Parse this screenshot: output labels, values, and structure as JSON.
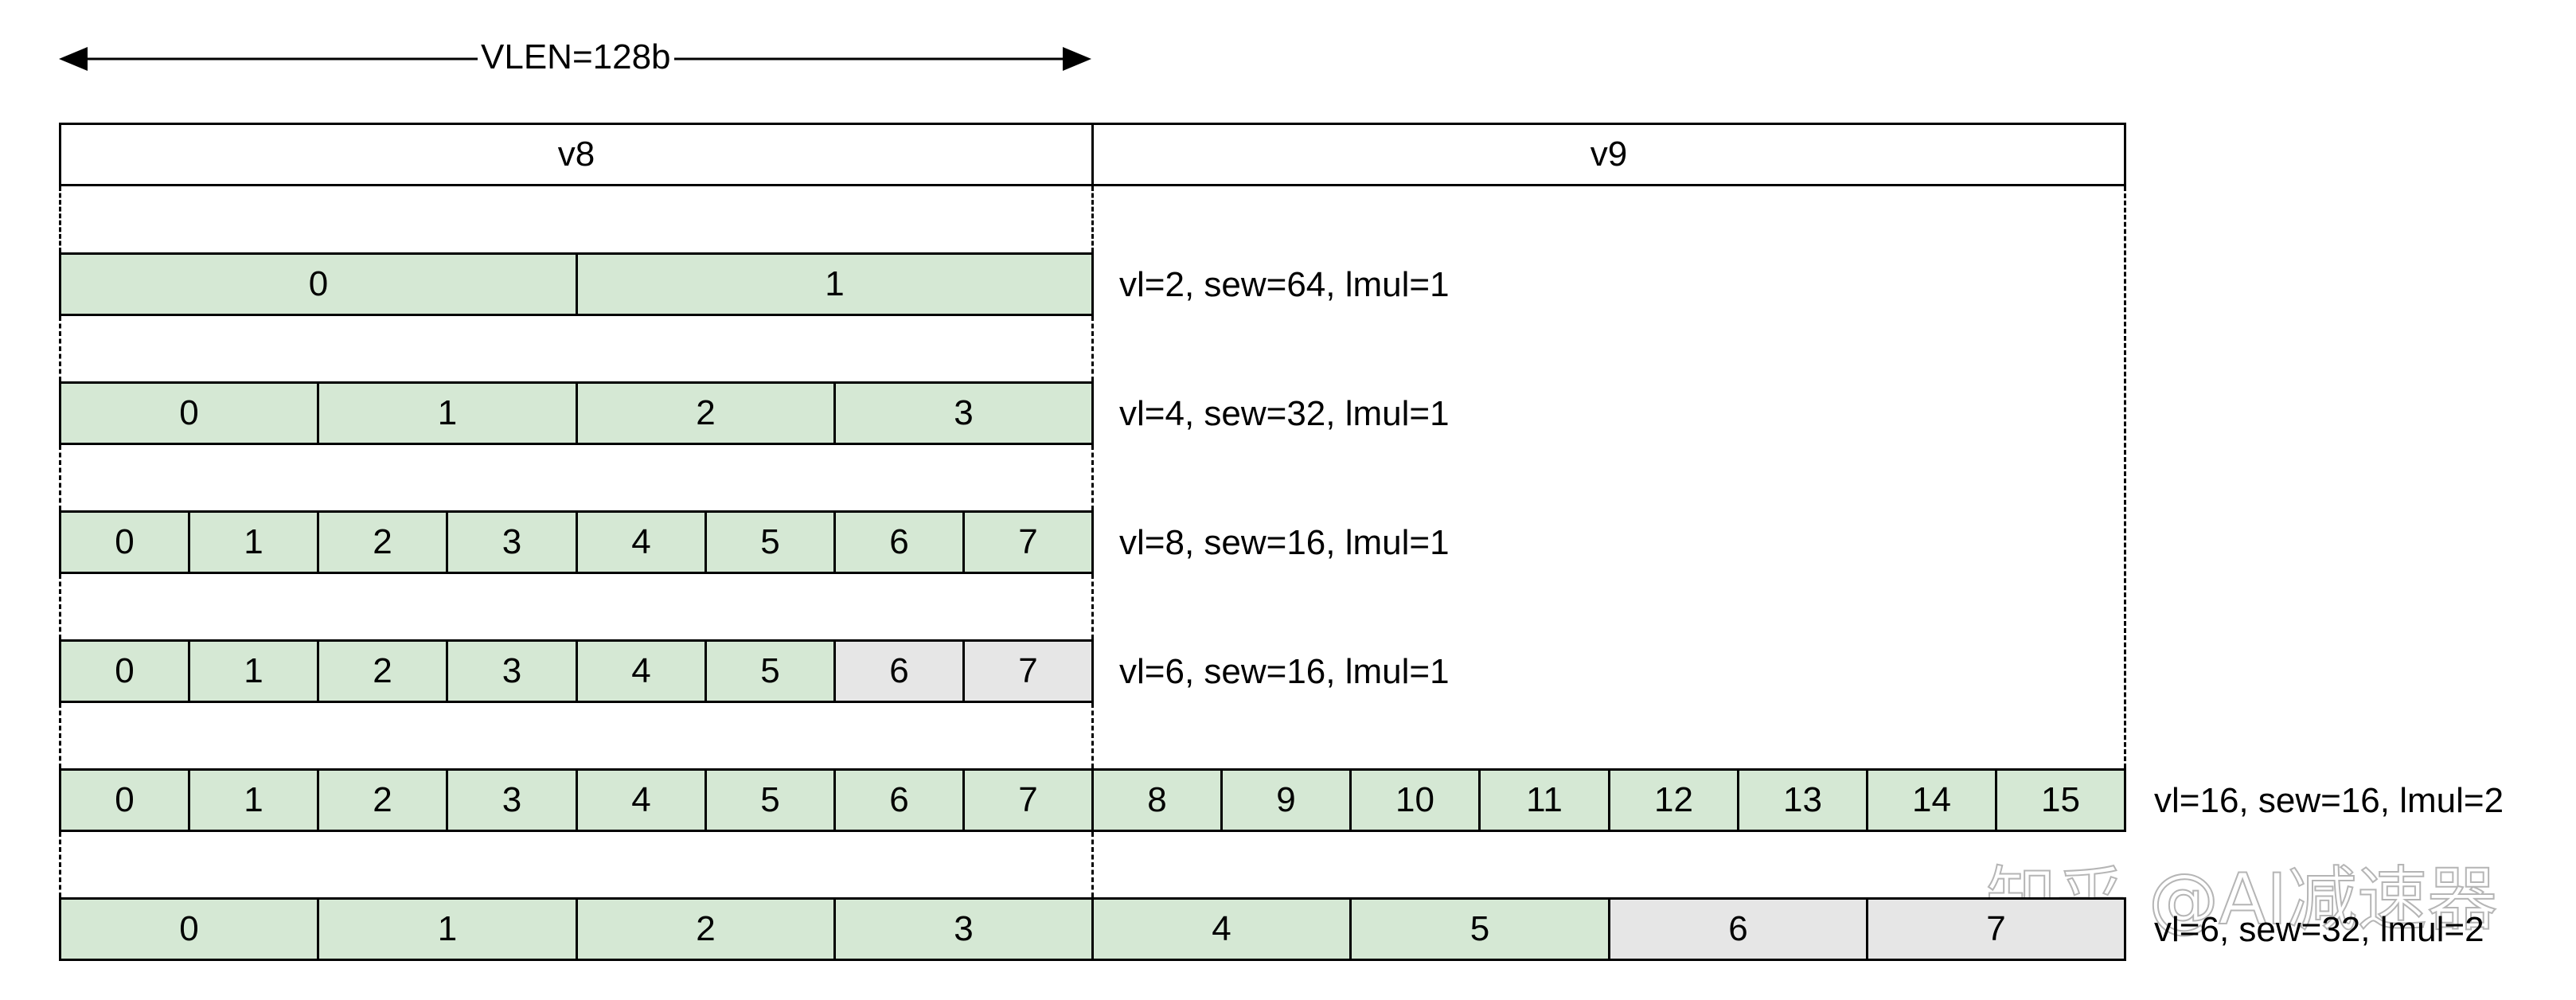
{
  "vlen_label": "VLEN=128b",
  "registers": [
    "v8",
    "v9"
  ],
  "colors": {
    "active": "#d5e8d4",
    "inactive": "#e6e6e6",
    "register": "#ffffff",
    "line": "#000000"
  },
  "rows": [
    {
      "labels": [
        "0",
        "1"
      ],
      "active": [
        true,
        true
      ],
      "config": "vl=2, sew=64, lmul=1"
    },
    {
      "labels": [
        "0",
        "1",
        "2",
        "3"
      ],
      "active": [
        true,
        true,
        true,
        true
      ],
      "config": "vl=4, sew=32, lmul=1"
    },
    {
      "labels": [
        "0",
        "1",
        "2",
        "3",
        "4",
        "5",
        "6",
        "7"
      ],
      "active": [
        true,
        true,
        true,
        true,
        true,
        true,
        true,
        true
      ],
      "config": "vl=8, sew=16, lmul=1"
    },
    {
      "labels": [
        "0",
        "1",
        "2",
        "3",
        "4",
        "5",
        "6",
        "7"
      ],
      "active": [
        true,
        true,
        true,
        true,
        true,
        true,
        false,
        false
      ],
      "config": "vl=6, sew=16, lmul=1"
    },
    {
      "labels": [
        "0",
        "1",
        "2",
        "3",
        "4",
        "5",
        "6",
        "7",
        "8",
        "9",
        "10",
        "11",
        "12",
        "13",
        "14",
        "15"
      ],
      "active": [
        true,
        true,
        true,
        true,
        true,
        true,
        true,
        true,
        true,
        true,
        true,
        true,
        true,
        true,
        true,
        true
      ],
      "config": "vl=16, sew=16, lmul=2"
    },
    {
      "labels": [
        "0",
        "1",
        "2",
        "3",
        "4",
        "5",
        "6",
        "7"
      ],
      "active": [
        true,
        true,
        true,
        true,
        true,
        true,
        false,
        false
      ],
      "config": "vl=6, sew=32, lmul=2"
    }
  ],
  "watermark": "知乎 @AI减速器"
}
